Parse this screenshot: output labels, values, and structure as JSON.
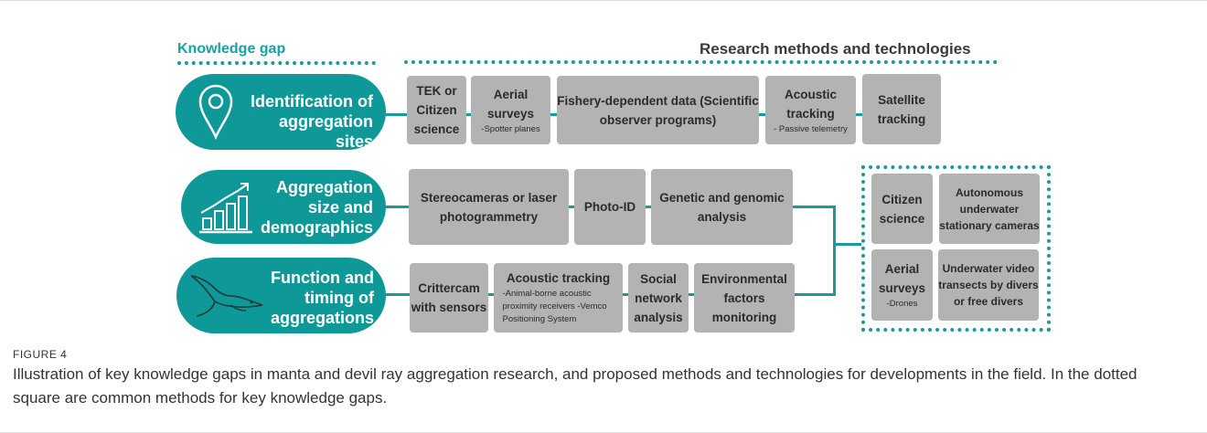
{
  "headers": {
    "knowledge_gap": "Knowledge gap",
    "research_methods": "Research methods and technologies"
  },
  "rows": [
    {
      "gap": "Identification of aggregation sites",
      "icon": "location-pin-icon",
      "methods": [
        {
          "title": "TEK or Citizen science",
          "sub": ""
        },
        {
          "title": "Aerial surveys",
          "sub": "-Spotter planes"
        },
        {
          "title": "Fishery-dependent data (Scientific observer programs)",
          "sub": ""
        },
        {
          "title": "Acoustic tracking",
          "sub": "-  Passive telemetry"
        },
        {
          "title": "Satellite tracking",
          "sub": ""
        }
      ]
    },
    {
      "gap": "Aggregation size and demographics",
      "icon": "growth-chart-icon",
      "methods": [
        {
          "title": "Stereocameras or laser photogrammetry",
          "sub": ""
        },
        {
          "title": "Photo-ID",
          "sub": ""
        },
        {
          "title": "Genetic and genomic analysis",
          "sub": ""
        }
      ]
    },
    {
      "gap": "Function and timing of aggregations",
      "icon": "manta-ray-icon",
      "methods": [
        {
          "title": "Crittercam with sensors",
          "sub": ""
        },
        {
          "title": "Acoustic tracking",
          "sub": "-Animal-borne acoustic proximity receivers -Vemco Positioning System"
        },
        {
          "title": "Social network analysis",
          "sub": ""
        },
        {
          "title": "Environmental factors monitoring",
          "sub": ""
        }
      ]
    }
  ],
  "common_methods": [
    {
      "title": "Citizen science",
      "sub": ""
    },
    {
      "title": "Autonomous underwater stationary cameras",
      "sub": ""
    },
    {
      "title": "Aerial surveys",
      "sub": "-Drones"
    },
    {
      "title": "Underwater video transects by divers or free divers",
      "sub": ""
    }
  ],
  "caption": {
    "label": "FIGURE 4",
    "text": "Illustration of key knowledge gaps in manta and devil ray aggregation research, and proposed methods and technologies for developments in the field. In the dotted square are common methods for key knowledge gaps."
  },
  "colors": {
    "teal": "#0f9898",
    "box_grey": "#b3b3b3",
    "header_teal": "#16a3a3"
  }
}
